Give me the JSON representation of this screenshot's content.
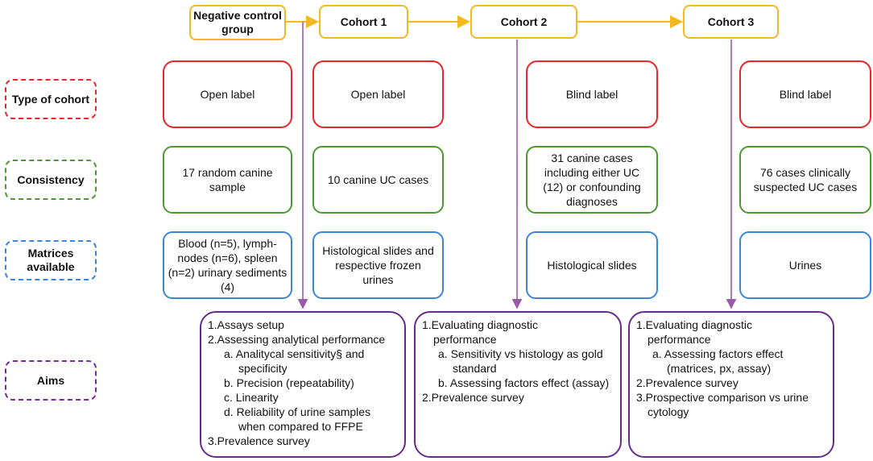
{
  "cohorts": {
    "negative": "Negative control group",
    "c1": "Cohort 1",
    "c2": "Cohort 2",
    "c3": "Cohort 3"
  },
  "row_labels": {
    "type": "Type of cohort",
    "consistency": "Consistency",
    "matrices": "Matrices available",
    "aims": "Aims"
  },
  "type_row": {
    "negative": "Open label",
    "c1": "Open label",
    "c2": "Blind label",
    "c3": "Blind label"
  },
  "consistency_row": {
    "negative": "17 random canine sample",
    "c1": "10 canine UC cases",
    "c2": "31 canine cases including either UC (12) or confounding diagnoses",
    "c3": "76 cases clinically suspected UC cases"
  },
  "matrices_row": {
    "negative": "Blood (n=5), lymph-nodes (n=6), spleen (n=2) urinary sediments (4)",
    "c1": "Histological slides and respective  frozen urines",
    "c2": "Histological slides",
    "c3": "Urines"
  },
  "aims": {
    "box1": {
      "i1": "1.Assays setup",
      "i2": "2.Assessing analytical performance",
      "a": "a.  Analitycal sensitivity§ and specificity",
      "b": "b.  Precision (repeatability)",
      "c": "c.  Linearity",
      "d": "d.  Reliability of urine samples when compared to FFPE",
      "i3": "3.Prevalence survey"
    },
    "box2": {
      "i1": "1.Evaluating diagnostic",
      "i1b": "performance",
      "a": "a.  Sensitivity vs histology as gold standard",
      "b": "b.  Assessing factors effect (assay)",
      "i2": "2.Prevalence survey"
    },
    "box3": {
      "i1": "1.Evaluating diagnostic",
      "i1b": "performance",
      "a": "a.  Assessing factors effect",
      "a2": "(matrices, px, assay)",
      "i2": "2.Prevalence survey",
      "i3": "3.Prospective comparison vs urine",
      "i3b": "cytology"
    }
  },
  "colors": {
    "cohort_border": "#f5b820",
    "type_border": "#e8262b",
    "consistency_border": "#4a9a2e",
    "matrices_border": "#3a86d6",
    "aims_border": "#6a2a8c",
    "vertical_line": "#9a5aa8"
  }
}
